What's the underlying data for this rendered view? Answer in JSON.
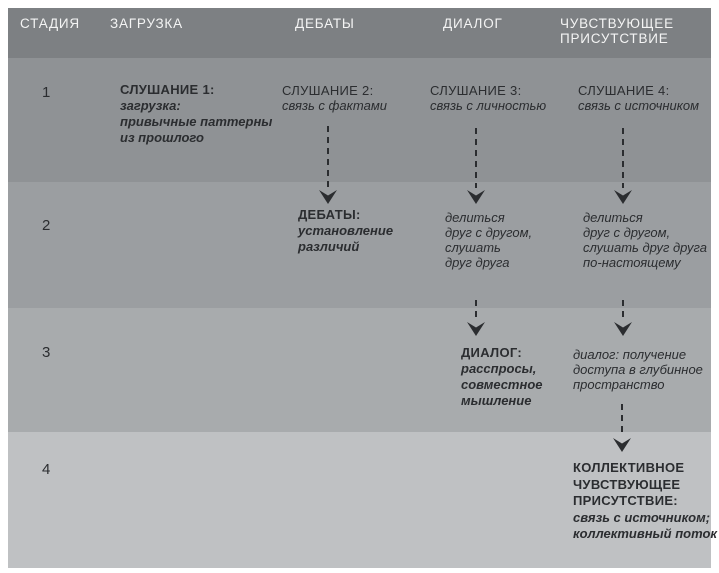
{
  "palette": {
    "page_bg": "#ffffff",
    "header_bg": "#7d8083",
    "row1_bg": "#8f9295",
    "row2_bg": "#9b9ea1",
    "row3_bg": "#a8abad",
    "row4_bg": "#bfc1c3",
    "text_dark": "#2b2d30",
    "text_light": "#f4f4f4"
  },
  "header": {
    "stage": "СТАДИЯ",
    "downloading": "ЗАГРУЗКА",
    "debate": "ДЕБАТЫ",
    "dialogue": "ДИАЛОГ",
    "presencing_line1": "ЧУВСТВУЮЩЕЕ",
    "presencing_line2": "ПРИСУТСТВИЕ"
  },
  "stages": {
    "s1": "1",
    "s2": "2",
    "s3": "3",
    "s4": "4"
  },
  "row1": {
    "listening1": {
      "title": "СЛУШАНИЕ 1:",
      "sub1": "загрузка:",
      "sub2": "привычные паттерны",
      "sub3": "из прошлого"
    },
    "listening2": {
      "title": "СЛУШАНИЕ 2:",
      "sub1": "связь с фактами"
    },
    "listening3": {
      "title": "СЛУШАНИЕ 3:",
      "sub1": "связь с личностью"
    },
    "listening4": {
      "title": "СЛУШАНИЕ 4:",
      "sub1": "связь с источником"
    }
  },
  "row2": {
    "debate": {
      "title": "ДЕБАТЫ:",
      "sub1": "установление",
      "sub2": "различий"
    },
    "dialogue_share": {
      "l1": "делиться",
      "l2": "друг с другом,",
      "l3": "слушать",
      "l4": "друг друга"
    },
    "presencing_share": {
      "l1": "делиться",
      "l2": "друг с другом,",
      "l3": "слушать друг друга",
      "l4": "по-настоящему"
    }
  },
  "row3": {
    "dialogue": {
      "title": "ДИАЛОГ:",
      "sub1": "расспросы,",
      "sub2": "совместное",
      "sub3": "мышление"
    },
    "presencing_dialogue": {
      "l1": "диалог: получение",
      "l2": "доступа в глубинное",
      "l3": "пространство"
    }
  },
  "row4": {
    "collective": {
      "t1": "КОЛЛЕКТИВНОЕ",
      "t2": "ЧУВСТВУЮЩЕЕ",
      "t3": "ПРИСУТСТВИЕ:",
      "sub1": "связь с источником;",
      "sub2": "коллективный поток"
    }
  }
}
